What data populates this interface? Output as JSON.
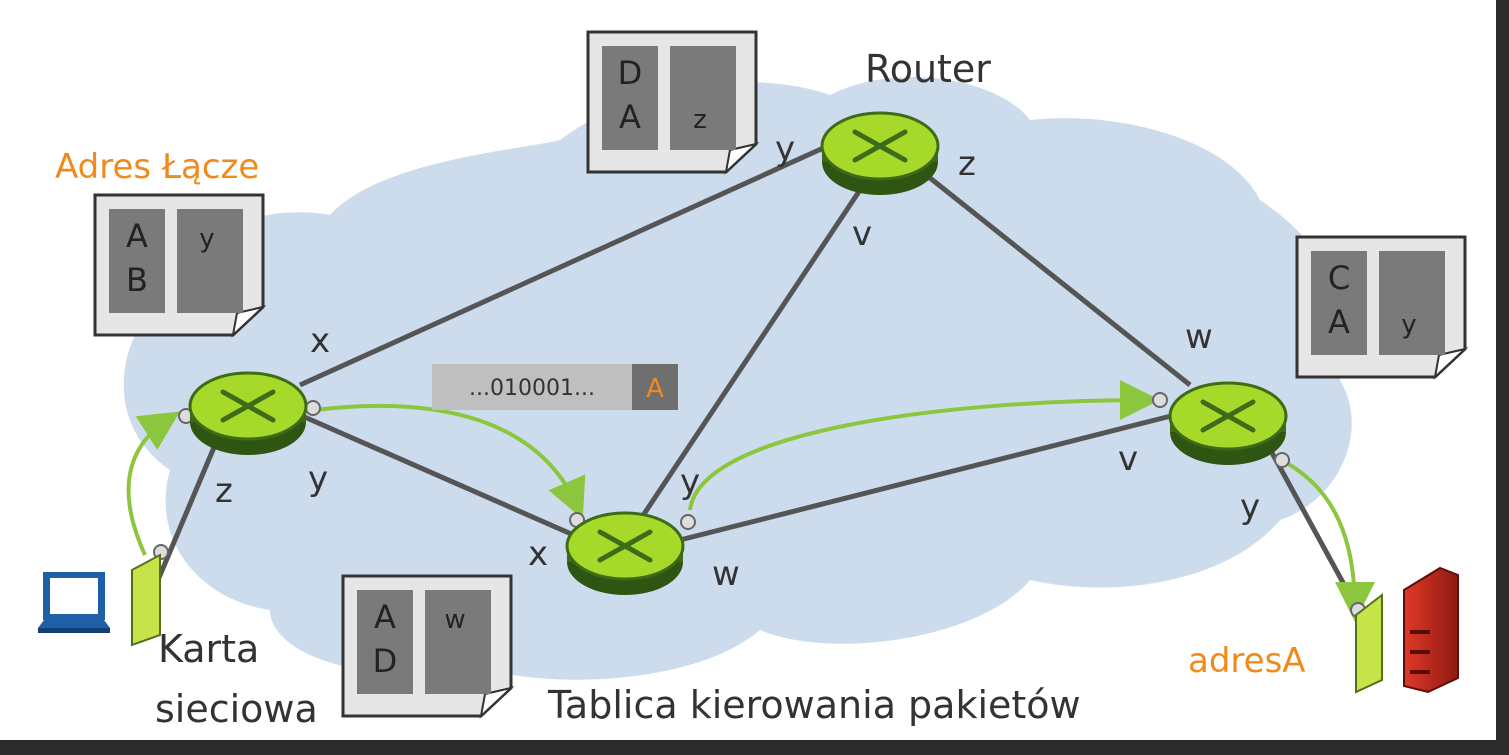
{
  "title": "Tablica kierowania pakietów",
  "labels": {
    "router": "Router",
    "address_link_header": "Adres Łącze",
    "nic": [
      "Karta",
      "sieciowa"
    ],
    "destination": "adresA"
  },
  "packet": {
    "bits": "...010001...",
    "address": "A"
  },
  "routing_tables": [
    {
      "id": "left",
      "rows": [
        [
          "A",
          "y"
        ],
        [
          "B",
          ""
        ]
      ]
    },
    {
      "id": "top",
      "rows": [
        [
          "D",
          ""
        ],
        [
          "A",
          "z"
        ]
      ]
    },
    {
      "id": "bottom",
      "rows": [
        [
          "A",
          "w"
        ],
        [
          "D",
          ""
        ]
      ]
    },
    {
      "id": "right",
      "rows": [
        [
          "C",
          ""
        ],
        [
          "A",
          "y"
        ]
      ]
    }
  ],
  "ports": {
    "r1": {
      "x": "x",
      "y": "y",
      "z": "z"
    },
    "r2": {
      "y": "y",
      "z": "z",
      "v": "v"
    },
    "r3": {
      "x": "x",
      "y": "y",
      "w": "w"
    },
    "r4": {
      "w": "w",
      "v": "v",
      "y": "y"
    }
  },
  "colors": {
    "background": "#ffffff",
    "frame": "#2b2b2b",
    "cloud": "#cddcec",
    "router_top": "#a6d92a",
    "router_side": "#3d6b18",
    "link": "#555555",
    "path_arrow": "#8cc63f",
    "accent": "#f08a1c",
    "server": "#c0261a",
    "laptop": "#1f5fa8"
  },
  "icons": [
    "router-icon",
    "laptop-icon",
    "network-card-icon",
    "server-icon",
    "document-icon"
  ]
}
